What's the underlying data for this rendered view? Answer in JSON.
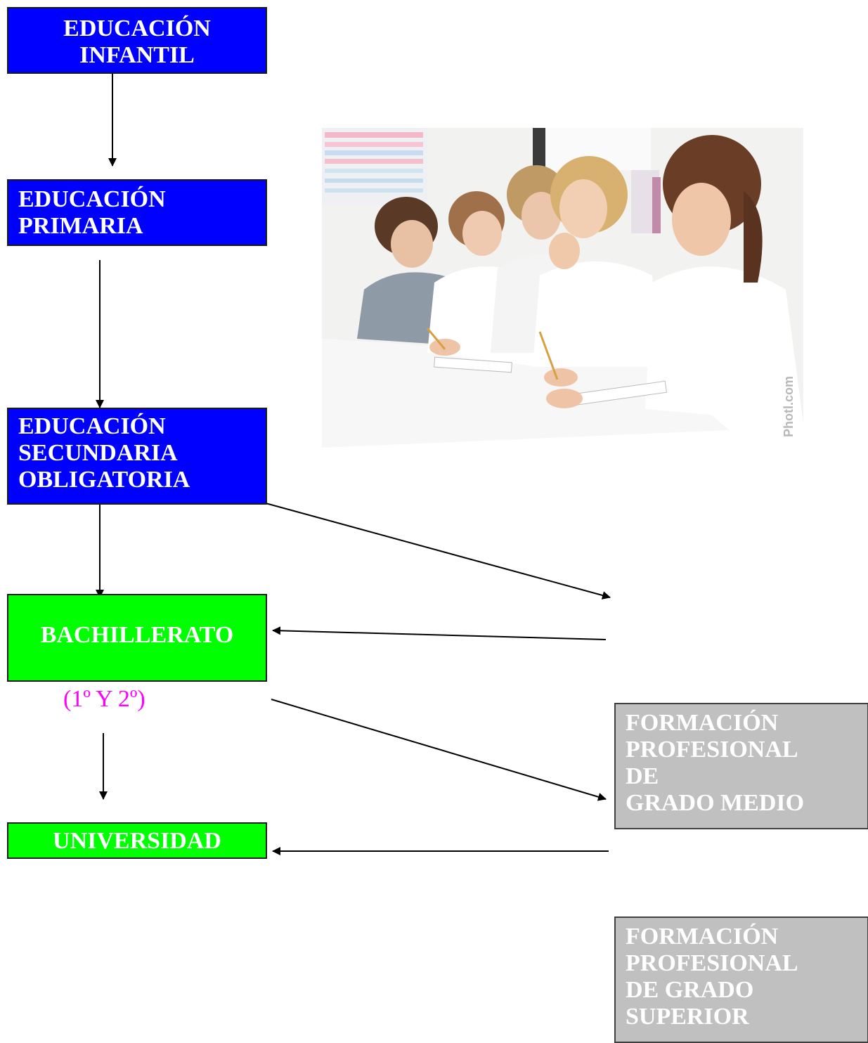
{
  "boxes": {
    "infantil": {
      "lines": [
        "EDUCACIÓN",
        "INFANTIL"
      ]
    },
    "primaria": {
      "lines": [
        "EDUCACIÓN",
        "PRIMARIA"
      ]
    },
    "eso": {
      "lines": [
        "EDUCACIÓN",
        "SECUNDARIA",
        "OBLIGATORIA"
      ]
    },
    "bachillerato": {
      "label": "BACHILLERATO",
      "note": "(1º Y 2º)"
    },
    "universidad": {
      "label": "UNIVERSIDAD"
    },
    "fp_grado_medio": {
      "lines": [
        "FORMACIÓN",
        "PROFESIONAL",
        "DE",
        "GRADO MEDIO"
      ]
    },
    "fp_grado_superior": {
      "lines": [
        "FORMACIÓN",
        "PROFESIONAL",
        "DE GRADO",
        "SUPERIOR"
      ]
    }
  },
  "photo": {
    "watermark": "Photl.com"
  },
  "colors": {
    "blue_box": "#0000ff",
    "green_box": "#00ff00",
    "gray_box": "#c0c0c0",
    "note_text": "#ff00ff"
  }
}
